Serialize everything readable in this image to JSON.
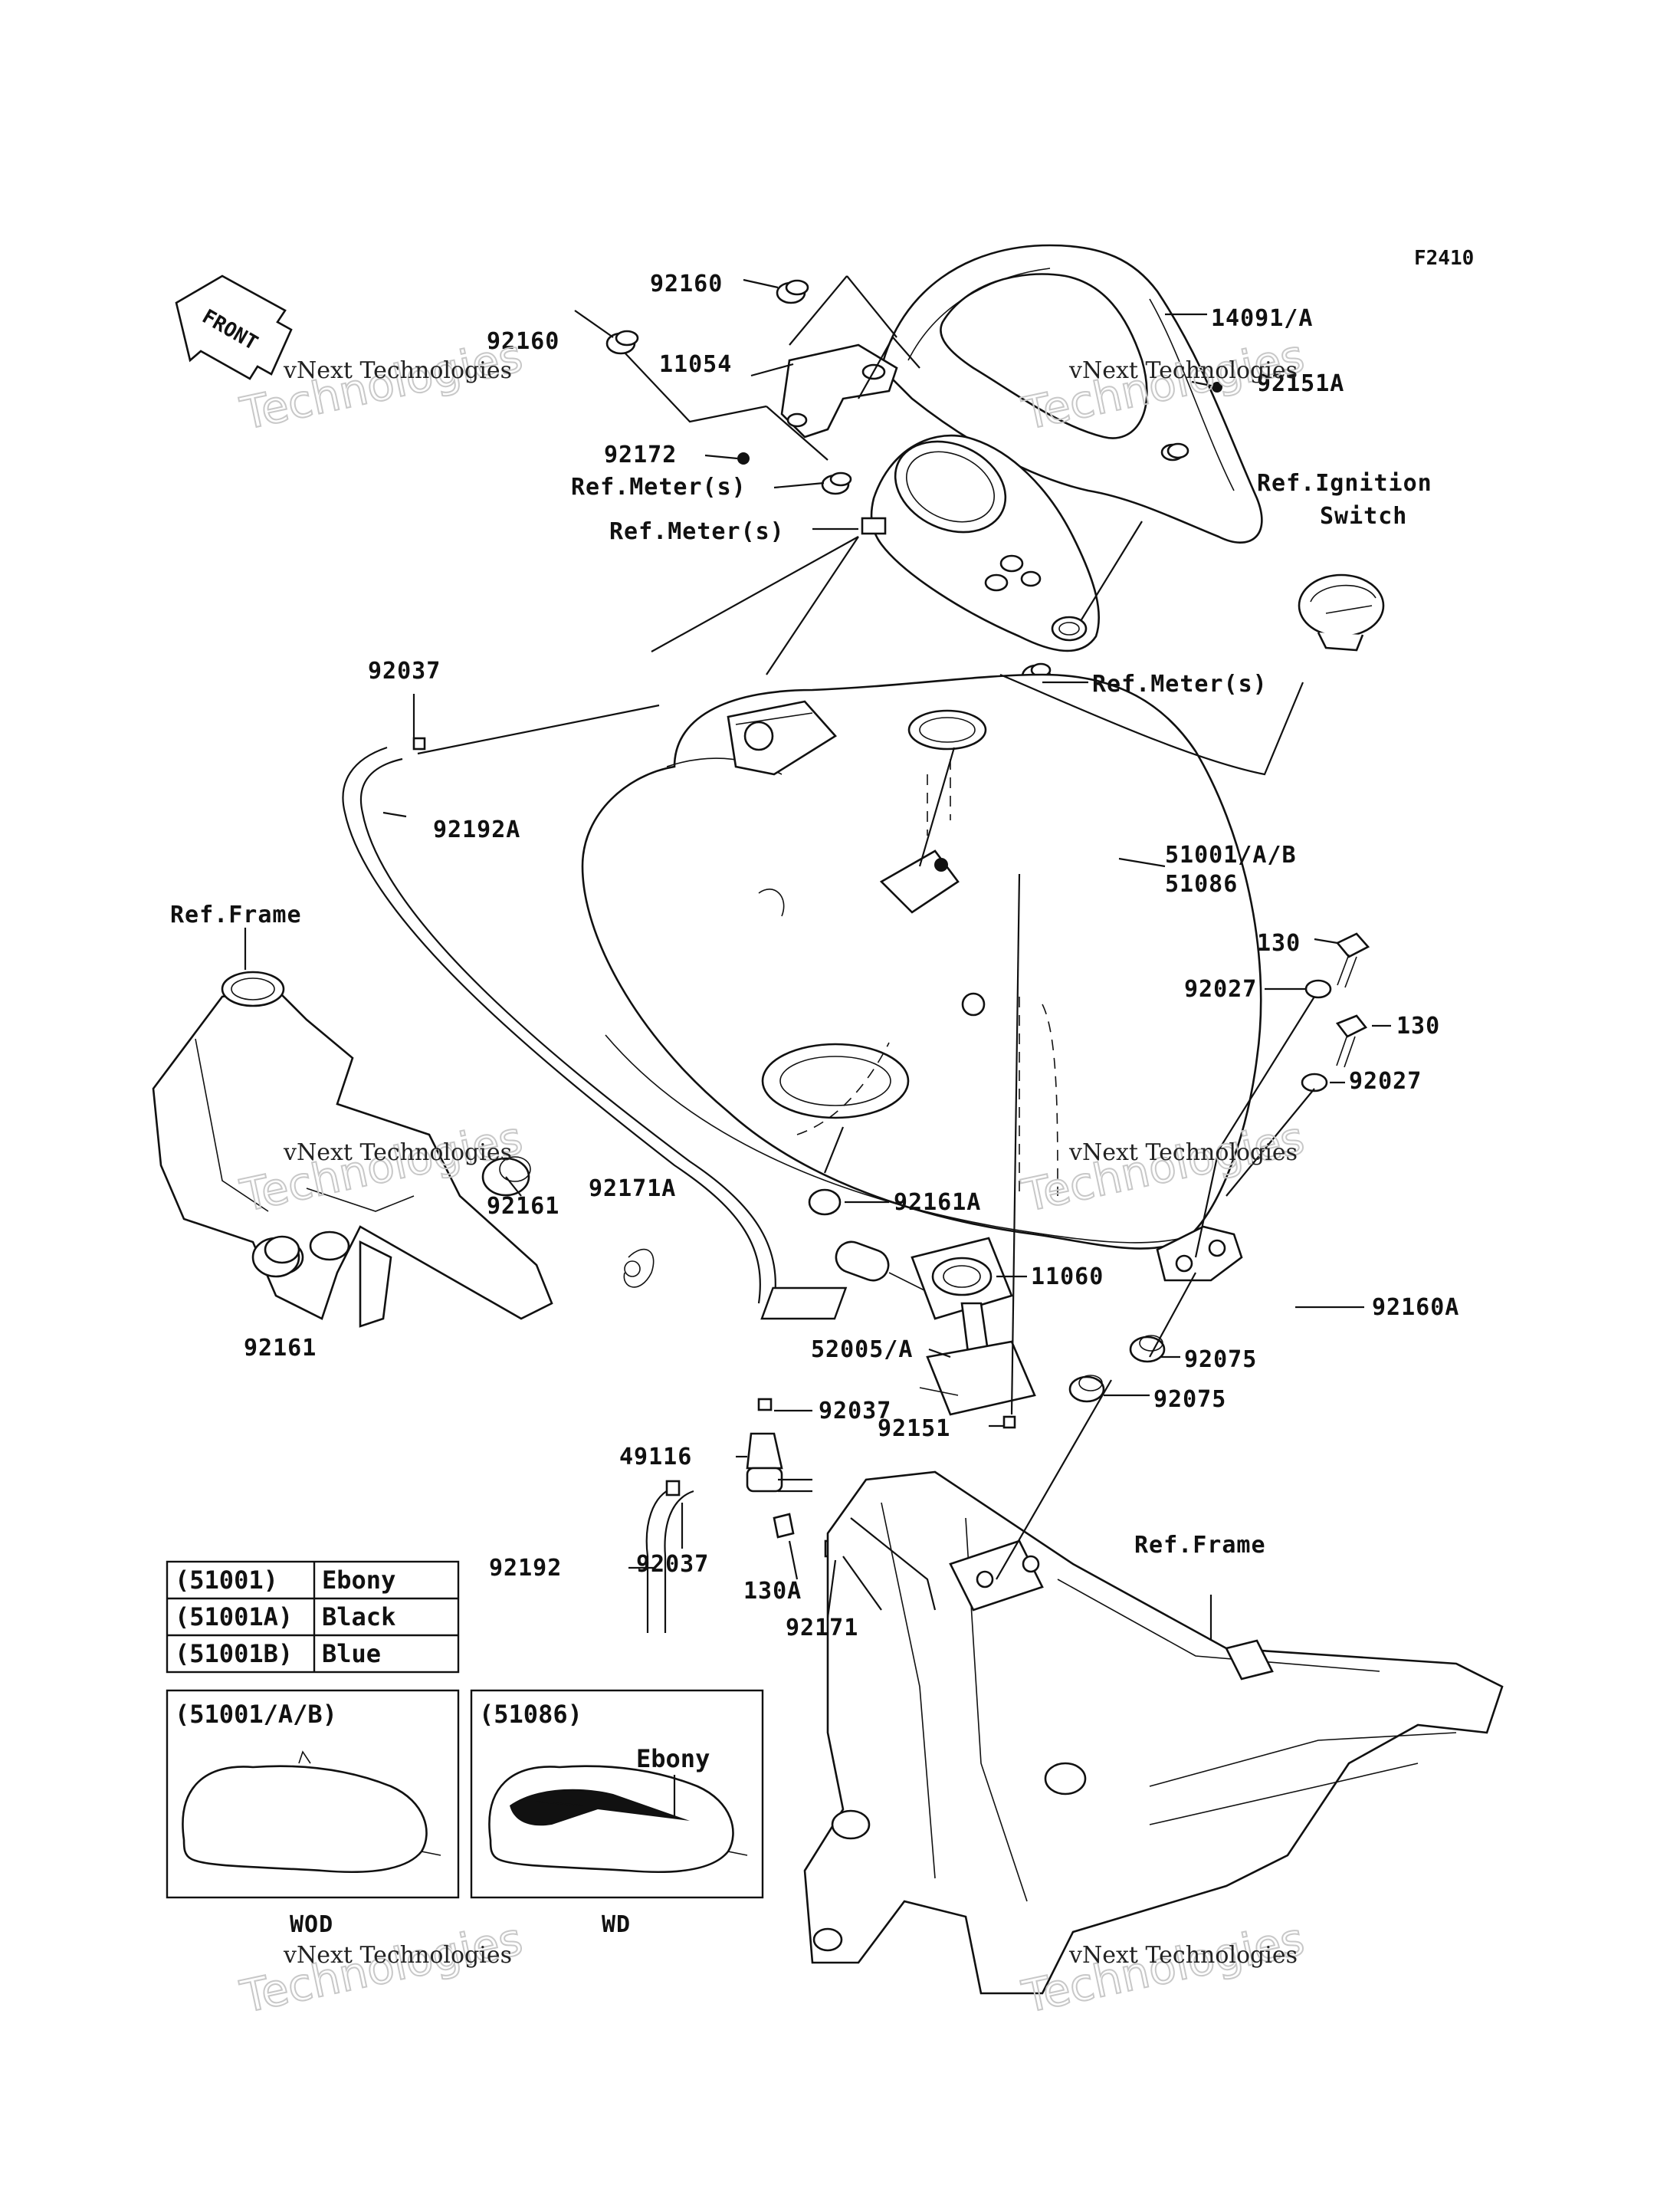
{
  "figure_code": "F2410",
  "front_arrow_label": "FRONT",
  "watermark_line1": "vNext Technologies",
  "watermark_line2": "Technologies",
  "labels": {
    "p92160_top": "92160",
    "p92160_left": "92160",
    "p11054": "11054",
    "p14091": "14091/A",
    "p92151A": "92151A",
    "p92172": "92172",
    "ref_meter_1": "Ref.Meter(s)",
    "ref_meter_2": "Ref.Meter(s)",
    "ref_ignition_1": "Ref.Ignition",
    "ref_ignition_2": "Switch",
    "ref_meter_3": "Ref.Meter(s)",
    "p92037_top": "92037",
    "p92192A": "92192A",
    "p51001": "51001/A/B",
    "p51086": "51086",
    "ref_frame_left": "Ref.Frame",
    "p130_top": "130",
    "p92027_top": "92027",
    "p130_mid": "130",
    "p92027_mid": "92027",
    "p92161_a": "92161",
    "p92171A": "92171A",
    "p92161A": "92161A",
    "p11060": "11060",
    "p92160A": "92160A",
    "p92161_b": "92161",
    "p52005": "52005/A",
    "p92075_a": "92075",
    "p92075_b": "92075",
    "p92037_mid": "92037",
    "p92151": "92151",
    "p49116": "49116",
    "p92192": "92192",
    "p92037_low": "92037",
    "p130A": "130A",
    "ref_frame_right": "Ref.Frame",
    "p92171": "92171"
  },
  "color_table": [
    {
      "code": "(51001)",
      "color": "Ebony"
    },
    {
      "code": "(51001A)",
      "color": "Black"
    },
    {
      "code": "(51001B)",
      "color": "Blue"
    }
  ],
  "inset_left": {
    "title": "(51001/A/B)",
    "caption": "WOD"
  },
  "inset_right": {
    "title": "(51086)",
    "note": "Ebony",
    "caption": "WD"
  }
}
